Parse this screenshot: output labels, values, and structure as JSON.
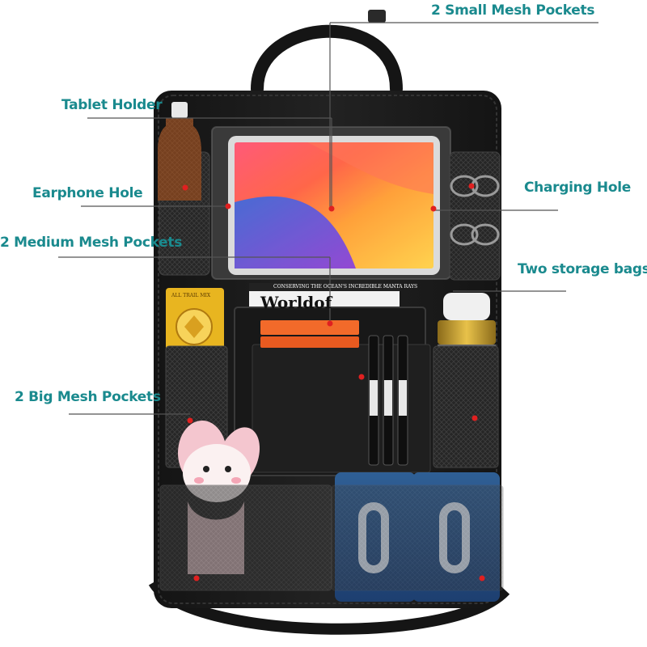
{
  "colors": {
    "label_text": "#1a8a8e",
    "organizer_body": "#1b1b1b",
    "mesh": "#2a2a2a",
    "pointer_dot": "#e02020",
    "leader_line": "#555555"
  },
  "callouts": {
    "small_mesh_pockets": "2 Small Mesh Pockets",
    "tablet_holder": "Tablet Holder",
    "earphone_hole": "Earphone Hole",
    "medium_mesh_pockets": "2 Medium Mesh Pockets",
    "big_mesh_pockets": "2 Big Mesh Pockets",
    "charging_hole": "Charging Hole",
    "storage_bags": "Two storage bags"
  },
  "book": {
    "tagline": "CONSERVING THE OCEAN'S INCREDIBLE MANTA RAYS",
    "title": "Worldof"
  },
  "snack": {
    "brand": "ALL TRAIL MIX"
  },
  "icons": {
    "organizer": "car-seat-organizer-icon",
    "tablet": "tablet-icon",
    "bottle": "bottle-icon",
    "sunglasses": "sunglasses-icon",
    "tumbler": "tumbler-icon",
    "markers": "marker-pens-icon",
    "plush": "bunny-plush-icon",
    "wipes": "wet-wipes-pack-icon"
  }
}
